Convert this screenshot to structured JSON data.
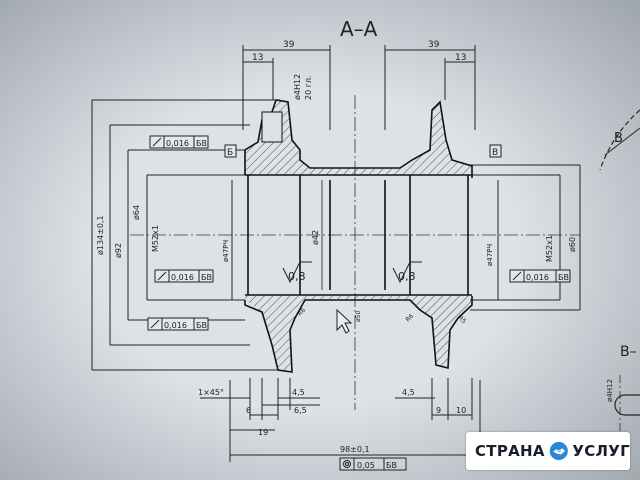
{
  "drawing": {
    "section_label": "A–A",
    "section_b_label": "B",
    "section_b2_label": "B–",
    "top_dims": {
      "left_outer": "39",
      "left_inner": "13",
      "right_outer": "39",
      "right_inner": "13"
    },
    "hole_note": [
      "ø4H12",
      "20 гл."
    ],
    "tolerance_frames": [
      "0,016",
      "0,016",
      "0,016",
      "0,016"
    ],
    "datum_b": "БВ",
    "datum_left": "Б",
    "datum_right": "В",
    "left_vertical_dims": [
      "ø134±0,1",
      "ø92",
      "ø64",
      "M52х1",
      "ø47РЧ"
    ],
    "center_dim": "ø42",
    "right_vertical_dims": [
      "ø47РЧ",
      "M52х1",
      "ø60"
    ],
    "roughness": [
      "0,8",
      "0,8"
    ],
    "radii": [
      "R6",
      "ø50",
      "R6",
      "R5"
    ],
    "bottom_dims": [
      "1×45°",
      "4,5",
      "6",
      "6,5",
      "19",
      "4,5",
      "9",
      "10",
      "98±0,1"
    ],
    "bottom_frame": [
      "0,05",
      "БВ"
    ],
    "right_small": [
      "ø4H12"
    ]
  },
  "watermark": {
    "word_left": "СТРАНА",
    "word_right": "УСЛУГ",
    "icon": "handshake-icon"
  }
}
